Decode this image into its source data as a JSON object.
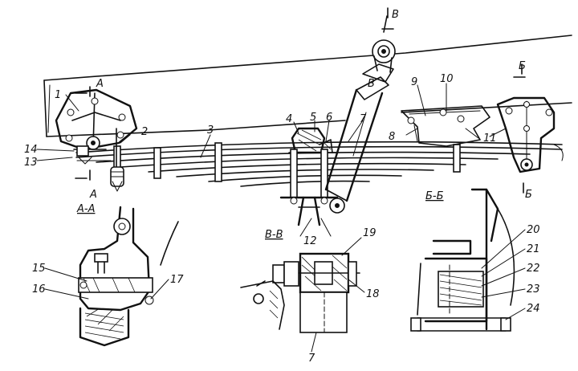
{
  "figure": {
    "callouts": [
      "1",
      "2",
      "3",
      "4",
      "5",
      "6",
      "7",
      "8",
      "9",
      "10",
      "11",
      "12",
      "13",
      "14",
      "15",
      "16",
      "17",
      "18",
      "19",
      "20",
      "21",
      "22",
      "23",
      "24"
    ],
    "sections": {
      "aa": {
        "title": "А-А",
        "marker": "А"
      },
      "vv": {
        "title": "В-В",
        "marker": "В"
      },
      "bb": {
        "title": "Б-Б",
        "marker": "Б"
      }
    },
    "bottom_label": "7"
  }
}
